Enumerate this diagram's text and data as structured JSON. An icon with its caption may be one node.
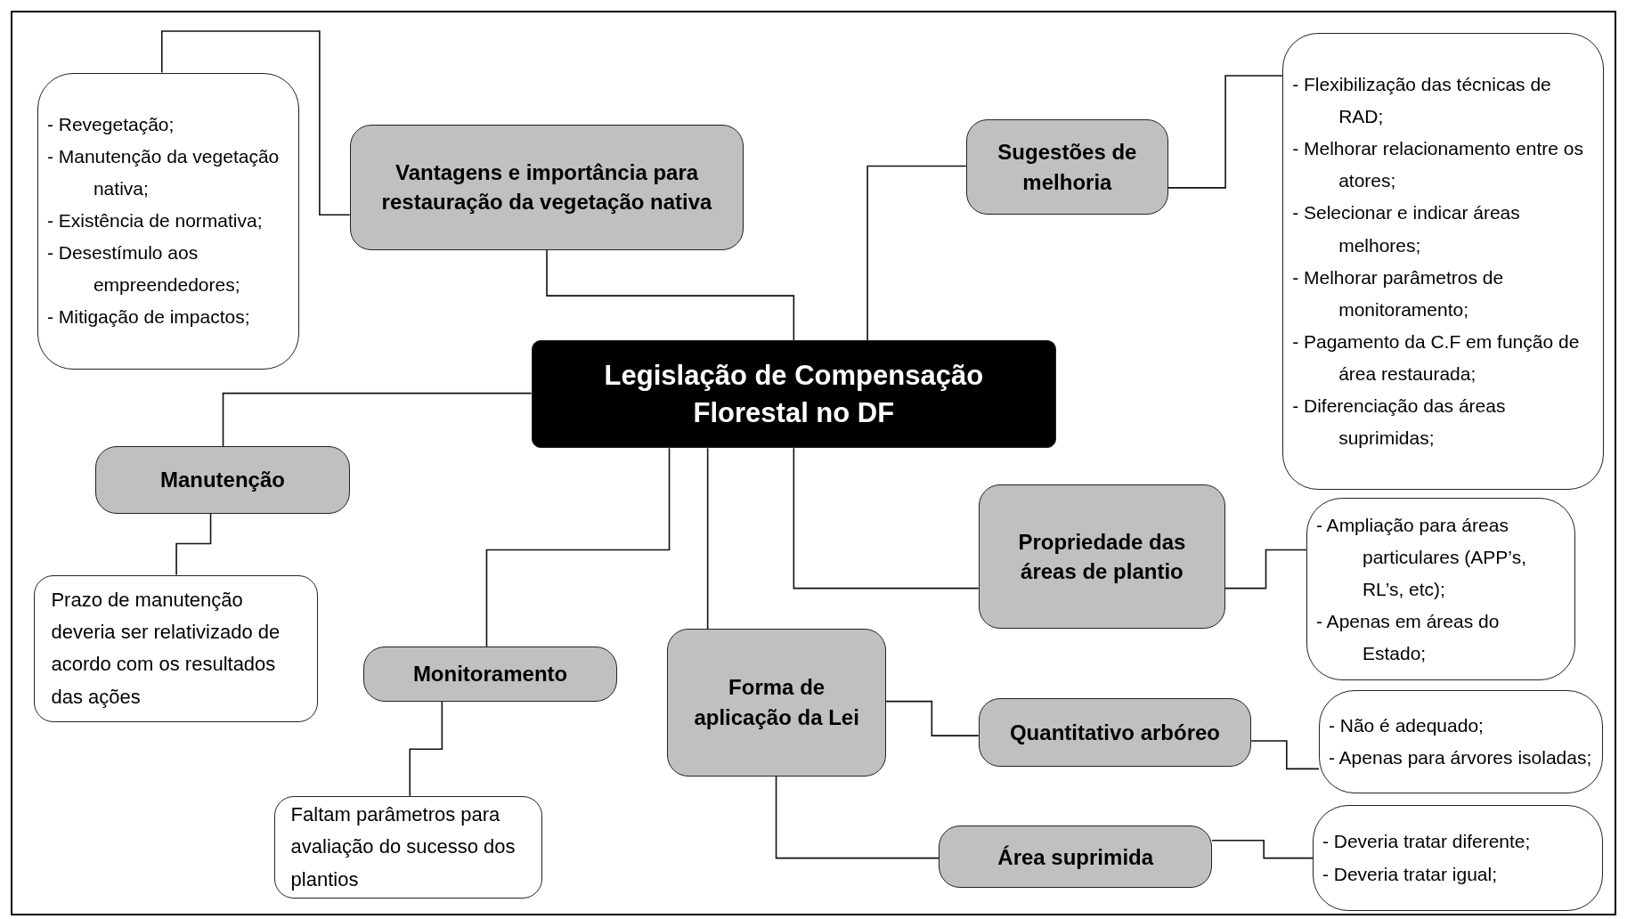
{
  "diagram": {
    "nodes": [
      {
        "text": [
          "Legislação de Compensação Florestal no DF"
        ]
      },
      {
        "text": [
          "Vantagens e importância para restauração da vegetação nativa"
        ]
      },
      {
        "text": [
          "- Revegetação;",
          "- Manutenção da vegetação nativa;",
          "- Existência de normativa;",
          "- Desestímulo aos empreendedores;",
          "- Mitigação de impactos;"
        ]
      },
      {
        "text": [
          "Sugestões de melhoria"
        ]
      },
      {
        "text": [
          "- Flexibilização das técnicas de RAD;",
          "- Melhorar relacionamento entre os atores;",
          "- Selecionar e indicar áreas melhores;",
          "- Melhorar parâmetros de monitoramento;",
          "- Pagamento da C.F em função de área restaurada;",
          "- Diferenciação das áreas suprimidas;"
        ]
      },
      {
        "text": [
          "Manutenção"
        ]
      },
      {
        "text": [
          "Prazo de manutenção deveria ser relativizado de acordo com os resultados das ações"
        ]
      },
      {
        "text": [
          "Monitoramento"
        ]
      },
      {
        "text": [
          "Faltam parâmetros para avaliação do sucesso dos plantios"
        ]
      },
      {
        "text": [
          "Forma de aplicação da Lei"
        ]
      },
      {
        "text": [
          "Propriedade das áreas de plantio"
        ]
      },
      {
        "text": [
          "- Ampliação para áreas particulares (APP’s, RL’s, etc);",
          "- Apenas em áreas do Estado;"
        ]
      },
      {
        "text": [
          "Quantitativo arbóreo"
        ]
      },
      {
        "text": [
          "- Não é adequado;",
          "- Apenas para árvores isoladas;"
        ]
      },
      {
        "text": [
          "Área suprimida"
        ]
      },
      {
        "text": [
          "- Deveria tratar diferente;",
          "- Deveria tratar igual;"
        ]
      }
    ],
    "edges": [
      {
        "from": 0,
        "to": 1,
        "arrow": "none"
      },
      {
        "from": 1,
        "to": 2,
        "arrow": "none"
      },
      {
        "from": 0,
        "to": 3,
        "arrow": "none"
      },
      {
        "from": 3,
        "to": 4,
        "arrow": "none"
      },
      {
        "from": 0,
        "to": 5,
        "arrow": "none"
      },
      {
        "from": 5,
        "to": 6,
        "arrow": "none"
      },
      {
        "from": 0,
        "to": 7,
        "arrow": "none"
      },
      {
        "from": 7,
        "to": 8,
        "arrow": "none"
      },
      {
        "from": 0,
        "to": 9,
        "arrow": "none"
      },
      {
        "from": 0,
        "to": 10,
        "arrow": "none"
      },
      {
        "from": 10,
        "to": 11,
        "arrow": "none"
      },
      {
        "from": 9,
        "to": 12,
        "arrow": "none"
      },
      {
        "from": 12,
        "to": 13,
        "arrow": "none"
      },
      {
        "from": 9,
        "to": 14,
        "arrow": "none"
      },
      {
        "from": 14,
        "to": 15,
        "arrow": "none"
      }
    ]
  }
}
